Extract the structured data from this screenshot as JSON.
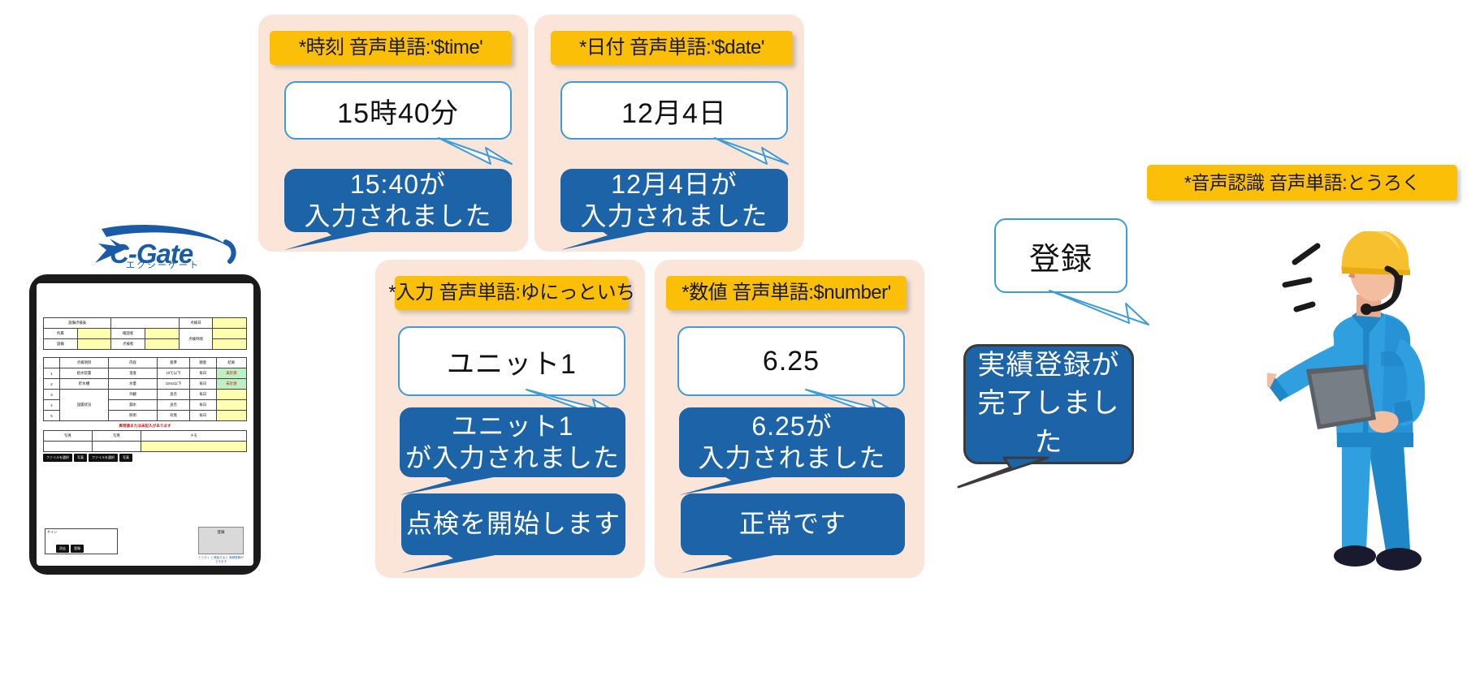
{
  "brand": {
    "logo_text": "XC-Gate",
    "logo_subtitle": "エクシーゲート"
  },
  "colors": {
    "panel_bg": "#fae5d8",
    "tag_yellow": "#fcbf08",
    "bubble_blue": "#1c63a8",
    "bubble_border_blue": "#3d9bd8",
    "logo_blue": "#1a5ba8",
    "helmet_yellow": "#f7c02e",
    "uniform_blue": "#2f9fe0"
  },
  "panels": [
    {
      "id": "time",
      "tag": "*時刻 音声単語:'$time'",
      "user_bubble": "15時40分",
      "system_bubbles": [
        "15:40が\n入力されました"
      ]
    },
    {
      "id": "date",
      "tag": "*日付 音声単語:'$date'",
      "user_bubble": "12月4日",
      "system_bubbles": [
        "12月4日が\n入力されました"
      ]
    },
    {
      "id": "input",
      "tag": "*入力 音声単語:ゆにっといち",
      "user_bubble": "ユニット1",
      "system_bubbles": [
        "ユニット1\nが入力されました",
        "点検を開始します"
      ]
    },
    {
      "id": "number",
      "tag": "*数値 音声単語:$number'",
      "user_bubble": "6.25",
      "system_bubbles": [
        "6.25が\n入力されました",
        "正常です"
      ]
    }
  ],
  "panel_text": {
    "time_tag": "*時刻 音声単語:'$time'",
    "time_user": "15時40分",
    "time_sys1_line1": "15:40が",
    "time_sys1_line2": "入力されました",
    "date_tag": "*日付 音声単語:'$date'",
    "date_user": "12月4日",
    "date_sys1_line1": "12月4日が",
    "date_sys1_line2": "入力されました",
    "input_tag": "*入力 音声単語:ゆにっといち",
    "input_user": "ユニット1",
    "input_sys1_line1": "ユニット1",
    "input_sys1_line2": "が入力されました",
    "input_sys2": "点検を開始します",
    "number_tag": "*数値 音声単語:$number'",
    "number_user": "6.25",
    "number_sys1_line1": "6.25が",
    "number_sys1_line2": "入力されました",
    "number_sys2": "正常です"
  },
  "recognition": {
    "tag": "*音声認識 音声単語:とうろく",
    "user_bubble": "登録",
    "system_line1": "実績登録が",
    "system_line2": "完了しました"
  },
  "tablet_form": {
    "title": "設備点検表",
    "header_fields": [
      {
        "label": "点検日",
        "value": ""
      },
      {
        "label": "所属",
        "value": ""
      },
      {
        "label": "確認者",
        "value": ""
      },
      {
        "label": "点検時間",
        "value": ""
      },
      {
        "label": "設備",
        "value": ""
      },
      {
        "label": "点検者",
        "value": ""
      }
    ],
    "columns": [
      "",
      "点検項目",
      "内容",
      "基準",
      "頻度",
      "結果"
    ],
    "rows": [
      {
        "no": "1",
        "item": "給水装置",
        "content": "温度",
        "std": "10℃以下",
        "freq": "毎日",
        "result": "未計測",
        "result_style": "grn"
      },
      {
        "no": "2",
        "item": "貯水槽",
        "content": "水量",
        "std": "10m3以下",
        "freq": "毎日",
        "result": "未計測",
        "result_style": "grn"
      },
      {
        "no": "3",
        "item": "",
        "content": "外観",
        "std": "良否",
        "freq": "毎日",
        "result": "",
        "result_style": "yel"
      },
      {
        "no": "4",
        "item": "設置状況",
        "content": "漏水",
        "std": "良否",
        "freq": "毎日",
        "result": "",
        "result_style": "yel"
      },
      {
        "no": "5",
        "item": "",
        "content": "照明",
        "std": "有無",
        "freq": "毎日",
        "result": "",
        "result_style": "yel"
      }
    ],
    "warning": "異常値または未記入があります",
    "photo_headers": [
      "写真",
      "写真",
      "メモ"
    ],
    "file_buttons": [
      "ファイルを選択",
      "写真",
      "ファイルを選択",
      "写真"
    ],
    "sign_label": "サイン",
    "sign_buttons": [
      "消去",
      "登録"
    ],
    "action_button": "登録",
    "action_note": "とうろく と発話すると\n実績登録ができます"
  }
}
